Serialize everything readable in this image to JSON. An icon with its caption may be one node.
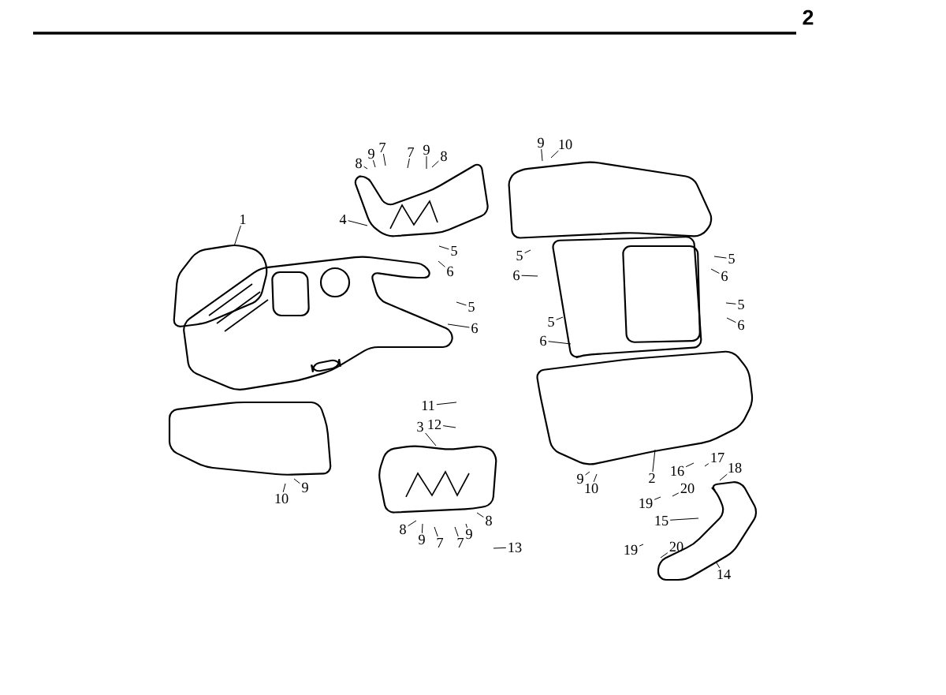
{
  "diagram": {
    "nodes": [
      {
        "text": [
          "8"
        ]
      },
      {
        "text": [
          "9"
        ]
      },
      {
        "text": [
          "7"
        ]
      },
      {
        "text": [
          "7"
        ]
      },
      {
        "text": [
          "9"
        ]
      },
      {
        "text": [
          "8"
        ]
      },
      {
        "text": [
          "4"
        ]
      },
      {
        "text": [
          "5"
        ]
      },
      {
        "text": [
          "6"
        ]
      },
      {
        "text": [
          "1"
        ]
      },
      {
        "text": [
          "5"
        ]
      },
      {
        "text": [
          "6"
        ]
      },
      {
        "text": [
          "10"
        ]
      },
      {
        "text": [
          "9"
        ]
      },
      {
        "text": [
          "9"
        ]
      },
      {
        "text": [
          "10"
        ]
      },
      {
        "text": [
          "5"
        ]
      },
      {
        "text": [
          "6"
        ]
      },
      {
        "text": [
          "5"
        ]
      },
      {
        "text": [
          "6"
        ]
      },
      {
        "text": [
          "5"
        ]
      },
      {
        "text": [
          "6"
        ]
      },
      {
        "text": [
          "5"
        ]
      },
      {
        "text": [
          "6"
        ]
      },
      {
        "text": [
          "9"
        ]
      },
      {
        "text": [
          "10"
        ]
      },
      {
        "text": [
          "2"
        ]
      },
      {
        "text": [
          "11"
        ]
      },
      {
        "text": [
          "12"
        ]
      },
      {
        "text": [
          "3"
        ]
      },
      {
        "text": [
          "8"
        ]
      },
      {
        "text": [
          "9"
        ]
      },
      {
        "text": [
          "7"
        ]
      },
      {
        "text": [
          "7"
        ]
      },
      {
        "text": [
          "9"
        ]
      },
      {
        "text": [
          "8"
        ]
      },
      {
        "text": [
          "13"
        ]
      },
      {
        "text": [
          "16"
        ]
      },
      {
        "text": [
          "17"
        ]
      },
      {
        "text": [
          "18"
        ]
      },
      {
        "text": [
          "19"
        ]
      },
      {
        "text": [
          "20"
        ]
      },
      {
        "text": [
          "15"
        ]
      },
      {
        "text": [
          "19"
        ]
      },
      {
        "text": [
          "20"
        ]
      },
      {
        "text": [
          "14"
        ]
      }
    ],
    "edges": [
      {
        "from": 0,
        "to": null,
        "arrow": "none"
      },
      {
        "from": 1,
        "to": null,
        "arrow": "none"
      },
      {
        "from": 2,
        "to": null,
        "arrow": "none"
      },
      {
        "from": 3,
        "to": null,
        "arrow": "none"
      },
      {
        "from": 4,
        "to": null,
        "arrow": "none"
      },
      {
        "from": 5,
        "to": null,
        "arrow": "none"
      },
      {
        "from": 6,
        "to": null,
        "arrow": "none"
      },
      {
        "from": 7,
        "to": null,
        "arrow": "none"
      },
      {
        "from": 8,
        "to": null,
        "arrow": "none"
      },
      {
        "from": 9,
        "to": null,
        "arrow": "none"
      },
      {
        "from": 10,
        "to": null,
        "arrow": "none"
      },
      {
        "from": 11,
        "to": null,
        "arrow": "none"
      },
      {
        "from": 12,
        "to": null,
        "arrow": "none"
      },
      {
        "from": 13,
        "to": null,
        "arrow": "none"
      },
      {
        "from": 14,
        "to": null,
        "arrow": "none"
      },
      {
        "from": 15,
        "to": null,
        "arrow": "none"
      },
      {
        "from": 16,
        "to": null,
        "arrow": "none"
      },
      {
        "from": 17,
        "to": null,
        "arrow": "none"
      },
      {
        "from": 18,
        "to": null,
        "arrow": "none"
      },
      {
        "from": 19,
        "to": null,
        "arrow": "none"
      },
      {
        "from": 20,
        "to": null,
        "arrow": "none"
      },
      {
        "from": 21,
        "to": null,
        "arrow": "none"
      },
      {
        "from": 22,
        "to": null,
        "arrow": "none"
      },
      {
        "from": 23,
        "to": null,
        "arrow": "none"
      },
      {
        "from": 24,
        "to": null,
        "arrow": "none"
      },
      {
        "from": 25,
        "to": null,
        "arrow": "none"
      },
      {
        "from": 26,
        "to": null,
        "arrow": "none"
      },
      {
        "from": 27,
        "to": null,
        "arrow": "none"
      },
      {
        "from": 28,
        "to": null,
        "arrow": "none"
      },
      {
        "from": 29,
        "to": null,
        "arrow": "none"
      },
      {
        "from": 30,
        "to": null,
        "arrow": "none"
      },
      {
        "from": 31,
        "to": null,
        "arrow": "none"
      },
      {
        "from": 32,
        "to": null,
        "arrow": "none"
      },
      {
        "from": 33,
        "to": null,
        "arrow": "none"
      },
      {
        "from": 34,
        "to": null,
        "arrow": "none"
      },
      {
        "from": 35,
        "to": null,
        "arrow": "none"
      },
      {
        "from": 36,
        "to": null,
        "arrow": "none"
      },
      {
        "from": 37,
        "to": null,
        "arrow": "none"
      },
      {
        "from": 38,
        "to": null,
        "arrow": "none"
      },
      {
        "from": 39,
        "to": null,
        "arrow": "none"
      },
      {
        "from": 40,
        "to": null,
        "arrow": "none"
      },
      {
        "from": 41,
        "to": null,
        "arrow": "none"
      },
      {
        "from": 42,
        "to": null,
        "arrow": "none"
      },
      {
        "from": 43,
        "to": null,
        "arrow": "none"
      },
      {
        "from": 44,
        "to": null,
        "arrow": "none"
      },
      {
        "from": 45,
        "to": null,
        "arrow": "none"
      }
    ],
    "labels": [
      "2"
    ]
  }
}
